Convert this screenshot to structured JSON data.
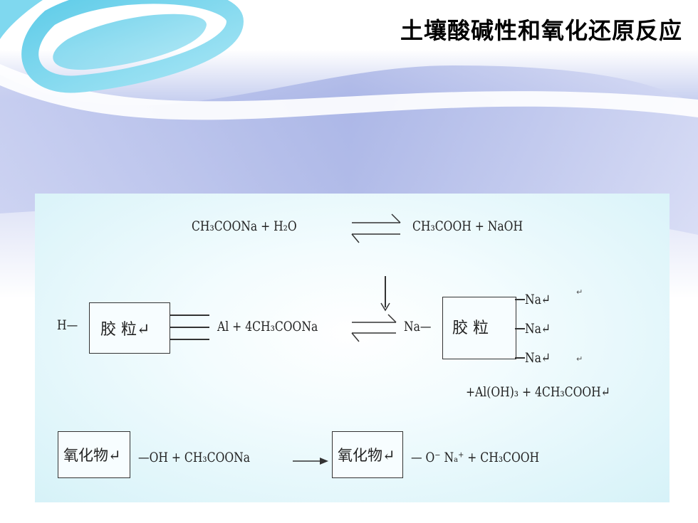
{
  "slide": {
    "title": "土壤酸碱性和氧化还原反应"
  },
  "reactions": {
    "row1": {
      "left": "CH₃COONa + H₂O",
      "right": "CH₃COOH + NaOH"
    },
    "row2": {
      "prefix": "H—",
      "colloid_label": "胶 粒↵",
      "reactant": "Al + 4CH₃COONa",
      "product_prefix": "Na—",
      "product_colloid_label": "胶 粒",
      "na_labels": [
        "Na↵",
        "Na↵",
        "Na↵"
      ],
      "byproducts": "+Al(OH)₃ + 4CH₃COOH↵"
    },
    "row3": {
      "box1_label": "氧化物↵",
      "reactant": "—OH + CH₃COONa",
      "box2_label": "氧化物↵",
      "product": "— O⁻ Nₐ⁺ + CH₃COOH"
    }
  },
  "colors": {
    "accent_cyan": "#5fd0ec",
    "panel_bg": "#dff5fa",
    "band_blue": "#a8b4e6"
  }
}
